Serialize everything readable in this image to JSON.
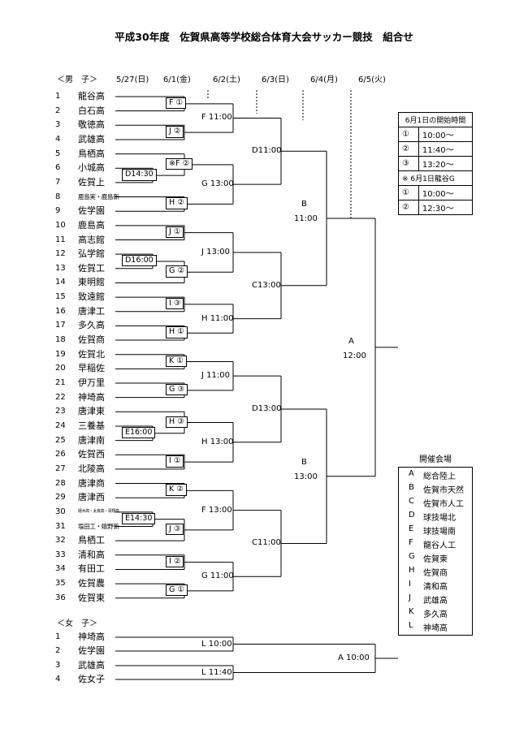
{
  "title": "平成30年度　佐賀県高等学校総合体育大会サッカー競技　組合せ",
  "section_men": "＜男　子＞",
  "section_women": "＜女　子＞",
  "dates": [
    "5/27(日)",
    "6/1(金)",
    "6/2(土)",
    "6/3(日)",
    "6/4(月)",
    "6/5(火)"
  ],
  "men_teams": [
    {
      "no": "1",
      "name": "龍谷高"
    },
    {
      "no": "2",
      "name": "白石高"
    },
    {
      "no": "3",
      "name": "敬徳高"
    },
    {
      "no": "4",
      "name": "武雄高"
    },
    {
      "no": "5",
      "name": "鳥栖高"
    },
    {
      "no": "6",
      "name": "小城高"
    },
    {
      "no": "7",
      "name": "佐賀上"
    },
    {
      "no": "8",
      "name": "鹿島実・鹿島新"
    },
    {
      "no": "9",
      "name": "佐学園"
    },
    {
      "no": "10",
      "name": "鹿島高"
    },
    {
      "no": "11",
      "name": "高志館"
    },
    {
      "no": "12",
      "name": "弘学館"
    },
    {
      "no": "13",
      "name": "佐賀工"
    },
    {
      "no": "14",
      "name": "東明館"
    },
    {
      "no": "15",
      "name": "致遠館"
    },
    {
      "no": "16",
      "name": "唐津工"
    },
    {
      "no": "17",
      "name": "多久高"
    },
    {
      "no": "18",
      "name": "佐賀商"
    },
    {
      "no": "19",
      "name": "佐賀北"
    },
    {
      "no": "20",
      "name": "早稲佐"
    },
    {
      "no": "21",
      "name": "伊万里"
    },
    {
      "no": "22",
      "name": "神埼高"
    },
    {
      "no": "23",
      "name": "唐津東"
    },
    {
      "no": "24",
      "name": "三養基"
    },
    {
      "no": "25",
      "name": "唐津南"
    },
    {
      "no": "26",
      "name": "佐賀西"
    },
    {
      "no": "27",
      "name": "北陵高"
    },
    {
      "no": "28",
      "name": "唐津商"
    },
    {
      "no": "29",
      "name": "唐津西"
    },
    {
      "no": "30",
      "name": "嬉木高・太良高・青翔高"
    },
    {
      "no": "31",
      "name": "塩田工・嬉野新"
    },
    {
      "no": "32",
      "name": "鳥栖工"
    },
    {
      "no": "33",
      "name": "清和高"
    },
    {
      "no": "34",
      "name": "有田工"
    },
    {
      "no": "35",
      "name": "佐賀農"
    },
    {
      "no": "36",
      "name": "佐賀東"
    }
  ],
  "women_teams": [
    {
      "no": "1",
      "name": "神埼高"
    },
    {
      "no": "2",
      "name": "佐学園"
    },
    {
      "no": "3",
      "name": "武雄高"
    },
    {
      "no": "4",
      "name": "佐女子"
    }
  ],
  "r1_labels": [
    "F ①",
    "J ②",
    "※F ②",
    "H ②",
    "J ①",
    "G ②",
    "I ③",
    "H ①",
    "K ①",
    "G ③",
    "H ③",
    "I ①",
    "K ②",
    "J ③",
    "I ②",
    "G ①"
  ],
  "r0_labels": [
    "D14:30",
    "D16:00",
    "E16:00",
    "E14:30"
  ],
  "r2_labels": [
    "F 11:00",
    "G 13:00",
    "J 13:00",
    "H 11:00",
    "J 11:00",
    "H 13:00",
    "F 13:00",
    "G 11:00"
  ],
  "r3_labels": [
    "D11:00",
    "C13:00",
    "D13:00",
    "C11:00"
  ],
  "semi": [
    {
      "venue": "B",
      "time": "11:00"
    },
    {
      "venue": "B",
      "time": "13:00"
    }
  ],
  "final": {
    "venue": "A",
    "time": "12:00"
  },
  "women_labels": [
    "L 10:00",
    "L 11:40",
    "A 10:00"
  ],
  "start_times": {
    "header": "6月1日の開始時間",
    "rows": [
      [
        "①",
        "10:00～"
      ],
      [
        "②",
        "11:40～"
      ],
      [
        "③",
        "13:20～"
      ]
    ],
    "sub_header": "※ 6月1日龍谷G",
    "sub_rows": [
      [
        "①",
        "10:00～"
      ],
      [
        "②",
        "12:30～"
      ]
    ]
  },
  "venues": {
    "header": "開催会場",
    "rows": [
      [
        "A",
        "総合陸上"
      ],
      [
        "B",
        "佐賀市天然"
      ],
      [
        "C",
        "佐賀市人工"
      ],
      [
        "D",
        "球技場北"
      ],
      [
        "E",
        "球技場南"
      ],
      [
        "F",
        "龍谷人工"
      ],
      [
        "G",
        "佐賀東"
      ],
      [
        "H",
        "佐賀商"
      ],
      [
        "I",
        "清和高"
      ],
      [
        "J",
        "武雄高"
      ],
      [
        "K",
        "多久高"
      ],
      [
        "L",
        "神埼高"
      ]
    ]
  }
}
